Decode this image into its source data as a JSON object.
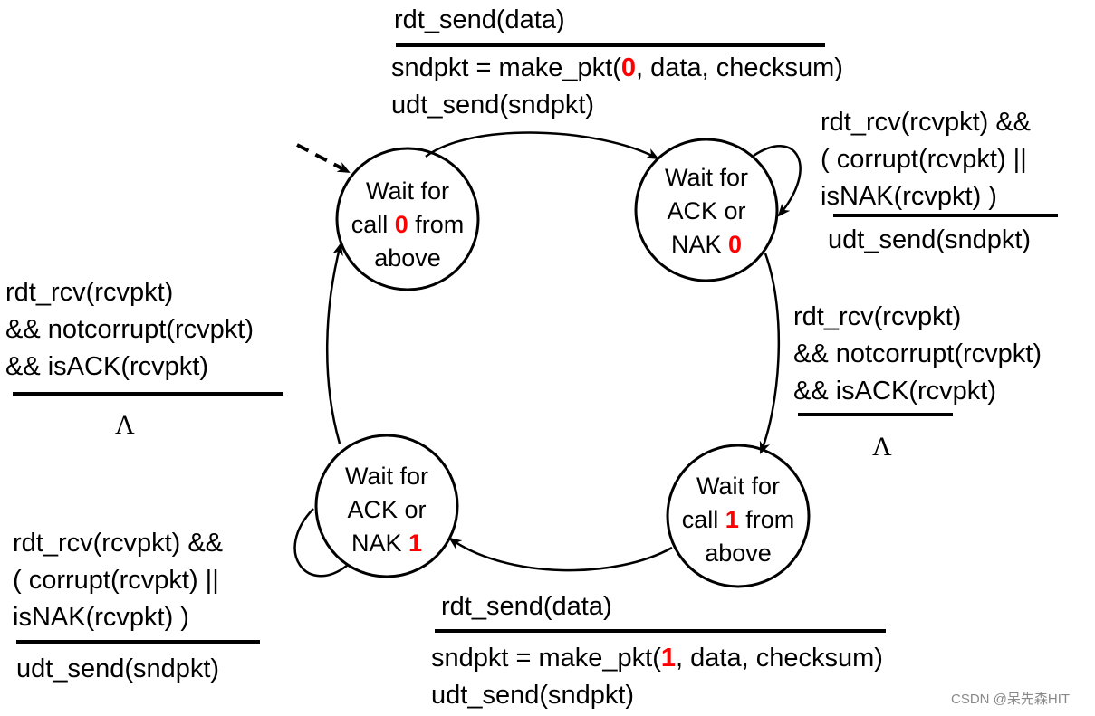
{
  "states": {
    "s1": {
      "line1": "Wait for",
      "line2_pre": "call ",
      "line2_num": "0",
      "line2_post": " from",
      "line3": "above"
    },
    "s2": {
      "line1": "Wait for",
      "line2": "ACK or",
      "line3_pre": "NAK ",
      "line3_num": "0"
    },
    "s3": {
      "line1": "Wait for",
      "line2_pre": "call ",
      "line2_num": "1",
      "line2_post": " from",
      "line3": "above"
    },
    "s4": {
      "line1": "Wait for",
      "line2": "ACK or",
      "line3_pre": "NAK ",
      "line3_num": "1"
    }
  },
  "transitions": {
    "t_top": {
      "event": "rdt_send(data)",
      "action1_pre": "sndpkt = make_pkt(",
      "action1_num": "0",
      "action1_post": ", data, checksum)",
      "action2": "udt_send(sndpkt)"
    },
    "t_self0": {
      "event1": "rdt_rcv(rcvpkt) &&",
      "event2": "( corrupt(rcvpkt) ||",
      "event3": "isNAK(rcvpkt) )",
      "action": "udt_send(sndpkt)"
    },
    "t_right": {
      "event1": "rdt_rcv(rcvpkt)",
      "event2": "&& notcorrupt(rcvpkt)",
      "event3": "&& isACK(rcvpkt)",
      "action": "Λ"
    },
    "t_left": {
      "event1": "rdt_rcv(rcvpkt)",
      "event2": "&& notcorrupt(rcvpkt)",
      "event3": "&& isACK(rcvpkt)",
      "action": "Λ"
    },
    "t_self1": {
      "event1": "rdt_rcv(rcvpkt) &&",
      "event2": "( corrupt(rcvpkt) ||",
      "event3": "isNAK(rcvpkt) )",
      "action": "udt_send(sndpkt)"
    },
    "t_bottom": {
      "event": "rdt_send(data)",
      "action1_pre": "sndpkt = make_pkt(",
      "action1_num": "1",
      "action1_post": ", data, checksum)",
      "action2": "udt_send(sndpkt)"
    }
  },
  "watermark": "CSDN @呆先森HIT",
  "colors": {
    "highlight": "#ff0000",
    "stroke": "#000000",
    "watermark": "#888888"
  }
}
